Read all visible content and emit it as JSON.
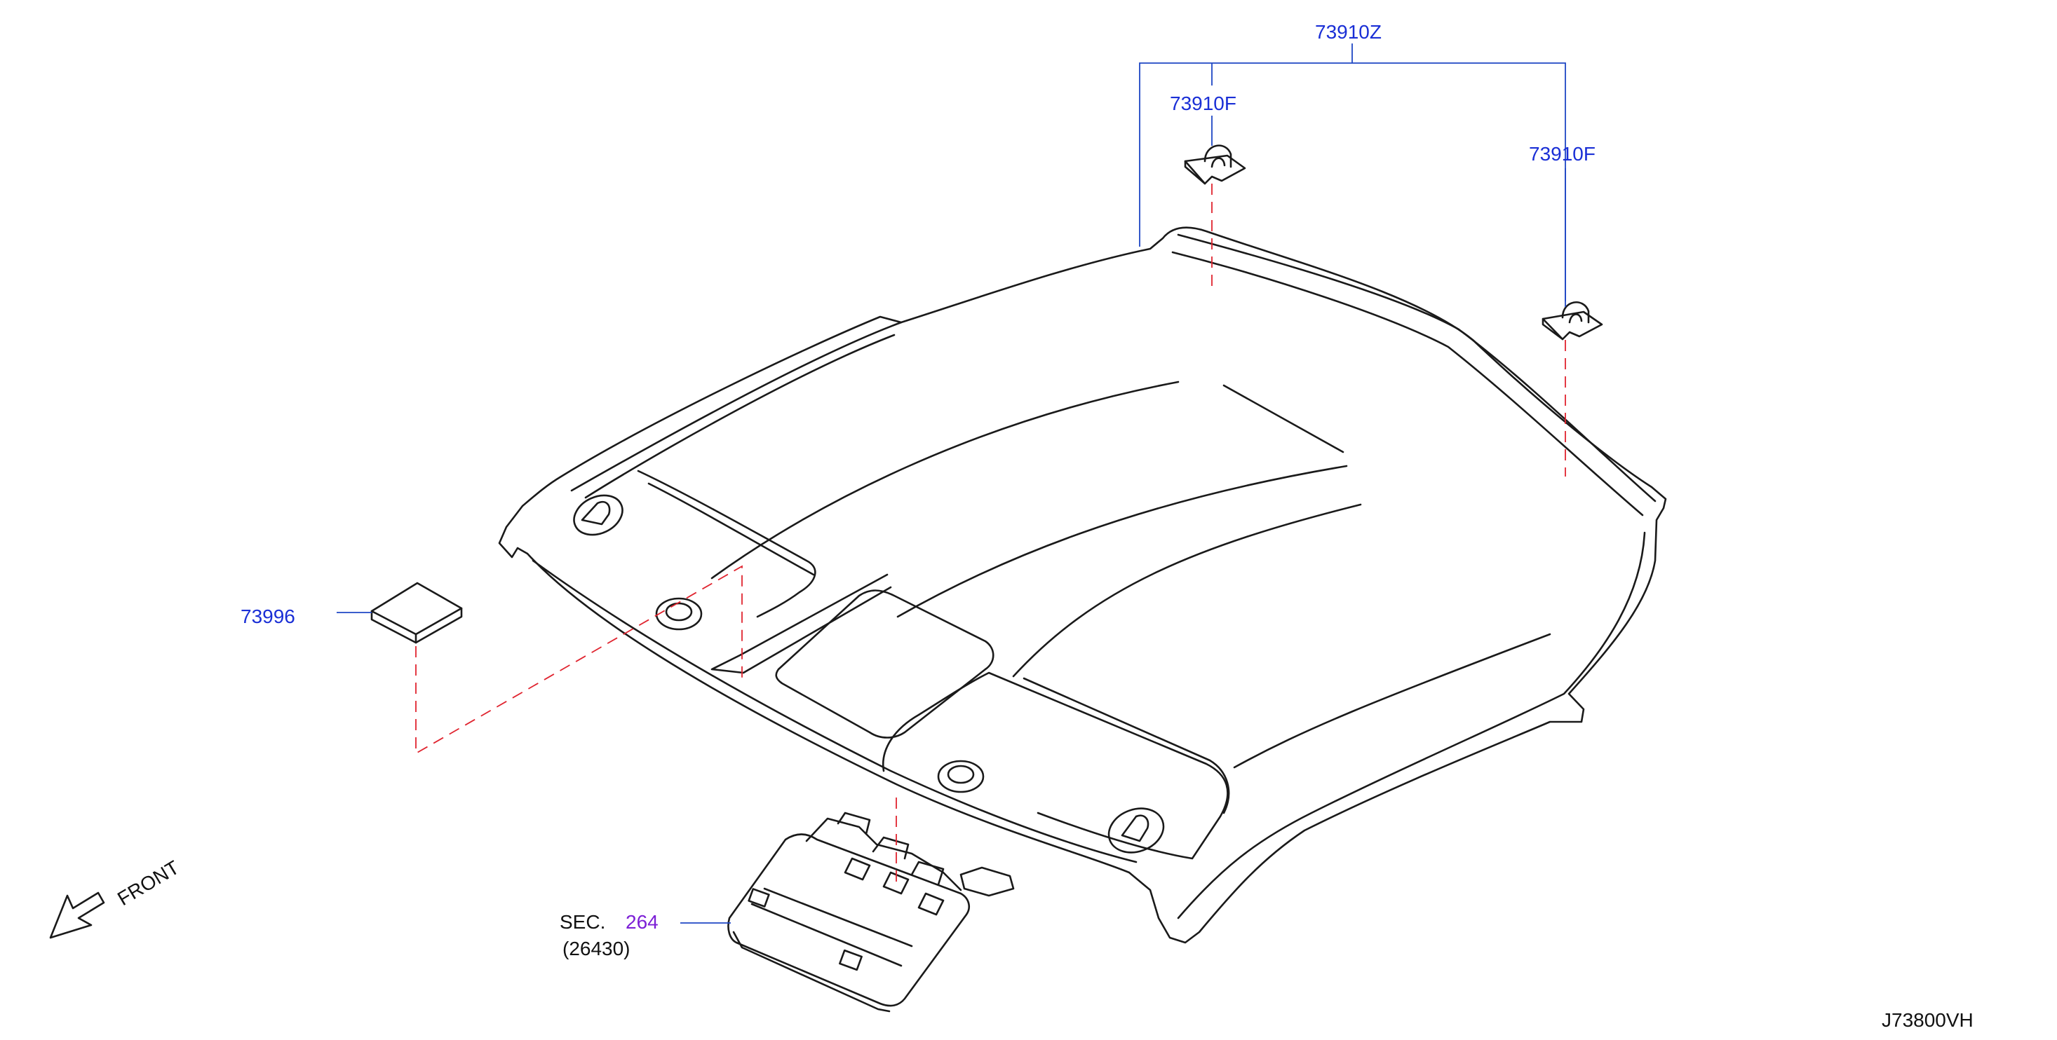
{
  "labels": {
    "headlining_clip_assembly": "73910Z",
    "clip_left": "73910F",
    "clip_right": "73910F",
    "pad": "73996",
    "section_prefix": "SEC.",
    "section_number": "264",
    "section_part": "(26430)",
    "front_marker": "FRONT",
    "diagram_id": "J73800VH"
  },
  "colors": {
    "part_number_text": "#1a2fd6",
    "section_link_text": "#7c1fd6",
    "leader_line": "#1f47c4",
    "phantom_line": "#e0242f",
    "outline": "#1a1a1a",
    "background": "#ffffff"
  }
}
